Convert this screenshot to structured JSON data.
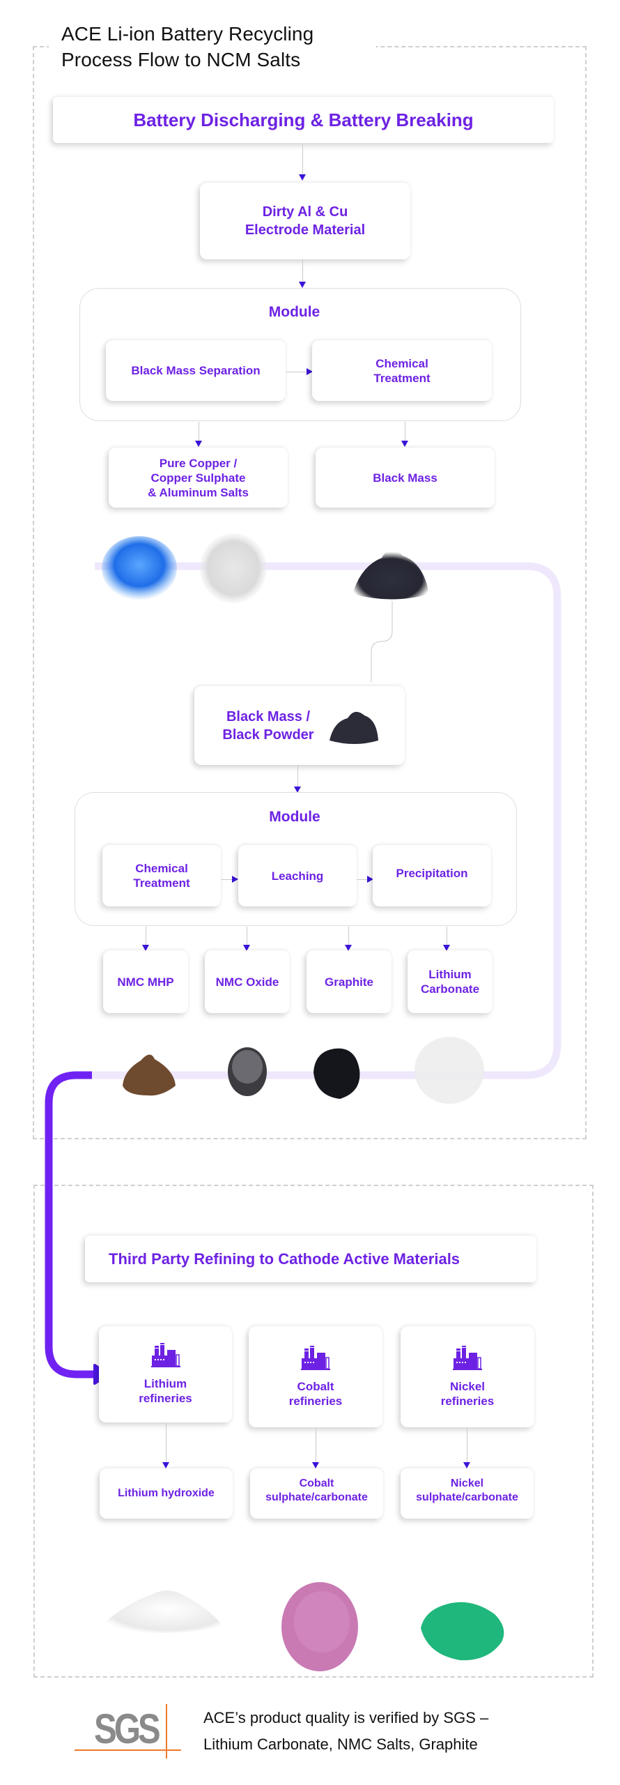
{
  "title": {
    "line1": "ACE Li-ion Battery Recycling",
    "line2": "Process Flow to NCM Salts"
  },
  "colors": {
    "accent": "#6d22e3",
    "arrow": "#3b14d9",
    "flow_light": "#efe8fd",
    "flow_bold": "#7022f2",
    "dash": "#cfcfcf",
    "sgs_gray": "#8a8a8a",
    "sgs_orange": "#f07a2a"
  },
  "stage1": {
    "header": "Battery Discharging & Battery Breaking",
    "input": {
      "line1": "Dirty Al & Cu",
      "line2": "Electrode Material"
    },
    "module": {
      "title": "Module",
      "steps": [
        {
          "line1": "Black Mass Separation",
          "line2": ""
        },
        {
          "line1": "Chemical",
          "line2": "Treatment"
        }
      ]
    },
    "outputs": [
      {
        "line1": "Pure Copper /",
        "line2": "Copper Sulphate",
        "line3": "& Aluminum Salts"
      },
      {
        "line1": "Black Mass"
      }
    ],
    "materials": [
      "copper-sulphate-powder",
      "aluminum-salt-powder",
      "black-mass-powder"
    ]
  },
  "stage2": {
    "input": {
      "line1": "Black Mass /",
      "line2": "Black Powder",
      "image": "black-powder"
    },
    "module": {
      "title": "Module",
      "steps": [
        {
          "line1": "Chemical",
          "line2": "Treatment"
        },
        {
          "line1": "Leaching",
          "line2": ""
        },
        {
          "line1": "Precipitation",
          "line2": ""
        }
      ]
    },
    "outputs": [
      {
        "line1": "NMC MHP",
        "line2": ""
      },
      {
        "line1": "NMC Oxide",
        "line2": ""
      },
      {
        "line1": "Graphite",
        "line2": ""
      },
      {
        "line1": "Lithium",
        "line2": "Carbonate"
      }
    ],
    "materials": [
      "nmc-mhp-powder",
      "nmc-oxide-lump",
      "graphite-powder",
      "lithium-carbonate-powder"
    ]
  },
  "stage3": {
    "header": "Third Party Refining to Cathode Active Materials",
    "refineries": [
      {
        "line1": "Lithium",
        "line2": "refineries",
        "icon": "factory-icon"
      },
      {
        "line1": "Cobalt",
        "line2": "refineries",
        "icon": "factory-icon"
      },
      {
        "line1": "Nickel",
        "line2": "refineries",
        "icon": "factory-icon"
      }
    ],
    "products": [
      {
        "line1": "Lithium hydroxide",
        "line2": ""
      },
      {
        "line1": "Cobalt",
        "line2": "sulphate/carbonate"
      },
      {
        "line1": "Nickel",
        "line2": "sulphate/carbonate"
      }
    ],
    "materials": [
      "lithium-hydroxide-powder",
      "cobalt-salt-powder",
      "nickel-salt-powder"
    ]
  },
  "footer": {
    "logo": "SGS",
    "line1": "ACE’s product quality is verified by SGS –",
    "line2": "Lithium Carbonate, NMC Salts, Graphite"
  }
}
